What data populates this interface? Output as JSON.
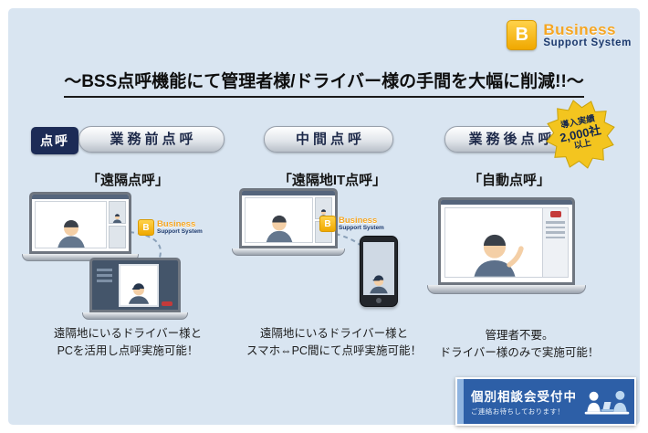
{
  "logo": {
    "brand": "Business",
    "sub": "Support System",
    "letter": "B"
  },
  "title": "～BSS点呼機能にて管理者様/ドライバー様の手間を大幅に削減!!～",
  "intro_badge": {
    "line1": "導入実績",
    "line2": "2,000社",
    "line3": "以上"
  },
  "columns": [
    {
      "tag": "点呼",
      "header": "業務前点呼",
      "method": "「遠隔点呼」",
      "caption": [
        "遠隔地にいるドライバー様と",
        "PCを活用し点呼実施可能！"
      ]
    },
    {
      "header": "中間点呼",
      "method": "「遠隔地IT点呼」",
      "caption": [
        "遠隔地にいるドライバー様と",
        "スマホ⇔PC間にて点呼実施可能！"
      ]
    },
    {
      "header": "業務後点呼",
      "method": "「自動点呼」",
      "caption": [
        "管理者不要。",
        "ドライバー様のみで実施可能！"
      ]
    }
  ],
  "consult_banner": {
    "title": "個別相談会受付中",
    "subtitle": "ご連絡お待ちしております！"
  },
  "colors": {
    "background": "#d9e5f1",
    "accent_navy": "#1c2b56",
    "accent_gold": "#f0b400",
    "banner_blue": "#2d5fa7"
  }
}
